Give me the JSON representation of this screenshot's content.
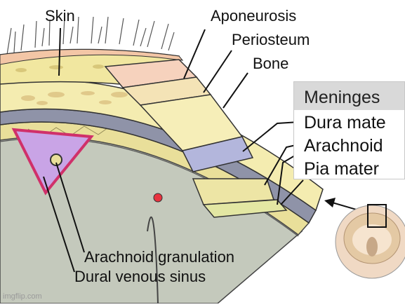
{
  "labels": {
    "skin": "Skin",
    "aponeurosis": "Aponeurosis",
    "periosteum": "Periosteum",
    "bone": "Bone",
    "arachnoid_granulation": "Arachnoid granulation",
    "dural_venous_sinus": "Dural venous sinus"
  },
  "meninges": {
    "title": "Meninges",
    "items": [
      "Dura mate",
      "Arachnoid",
      "Pia mater"
    ]
  },
  "watermark": "imgflip.com",
  "colors": {
    "skin": "#f3c6a6",
    "scalp_yellow": "#f1e7a0",
    "bone": "#f4ecb0",
    "dura": "#b3b6dc",
    "arachnoid": "#e9df9a",
    "sinus": "#c9a4e6",
    "brain": "#c4c9bc",
    "blood": "#e8333f"
  }
}
